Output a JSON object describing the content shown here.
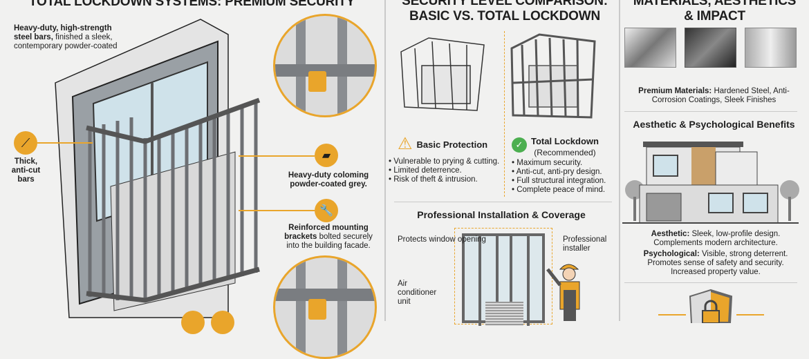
{
  "left": {
    "title": "TOTAL LOCKDOWN SYSTEMS: PREMIUM SECURITY",
    "callout_bars_bold": "Heavy-duty, high-strength steel bars,",
    "callout_bars_rest": "finished a sleek, contemporary powder-coated",
    "callout_anticut": "Thick, anti-cut bars",
    "callout_coloming": "Heavy-duty coloming powder-coated grey.",
    "callout_brackets_bold": "Reinforced mounting brackets",
    "callout_brackets_rest": "bolted securely into the building facade."
  },
  "middle": {
    "title_line1": "SECURITY LEVEL COMPARISON:",
    "title_line2": "BASIC VS. TOTAL LOCKDOWN",
    "basic": {
      "heading": "Basic Protection",
      "items": [
        "Vulnerable to prying & cutting.",
        "Limited deterrence.",
        "Risk of theft & intrusion."
      ]
    },
    "total": {
      "heading": "Total Lockdown",
      "sub": "(Recommended)",
      "items": [
        "Maximum security.",
        "Anti-cut, anti-pry design.",
        "Full structural integration.",
        "Complete peace of mind."
      ]
    },
    "install_title": "Professional Installation & Coverage",
    "label_window": "Protects window opening",
    "label_ac": "Air conditioner unit",
    "label_installer": "Professional installer"
  },
  "right": {
    "title_line1": "MATERIALS, AESTHETICS",
    "title_line2": "& IMPACT",
    "materials_bold": "Premium Materials:",
    "materials_rest": "Hardened Steel, Anti-Corrosion Coatings, Sleek Finishes",
    "benefits_title": "Aesthetic & Psychological Benefits",
    "aesthetic_bold": "Aesthetic:",
    "aesthetic_rest": "Sleek, low-profile design. Complements modern architecture.",
    "psych_bold": "Psychological:",
    "psych_rest": "Visible, strong deterrent. Promotes sense of safety and security. Increased property value."
  },
  "colors": {
    "accent": "#e9a52b",
    "steel": "#6d6f73",
    "bg": "#f1f1f0",
    "ok": "#4caf50"
  }
}
